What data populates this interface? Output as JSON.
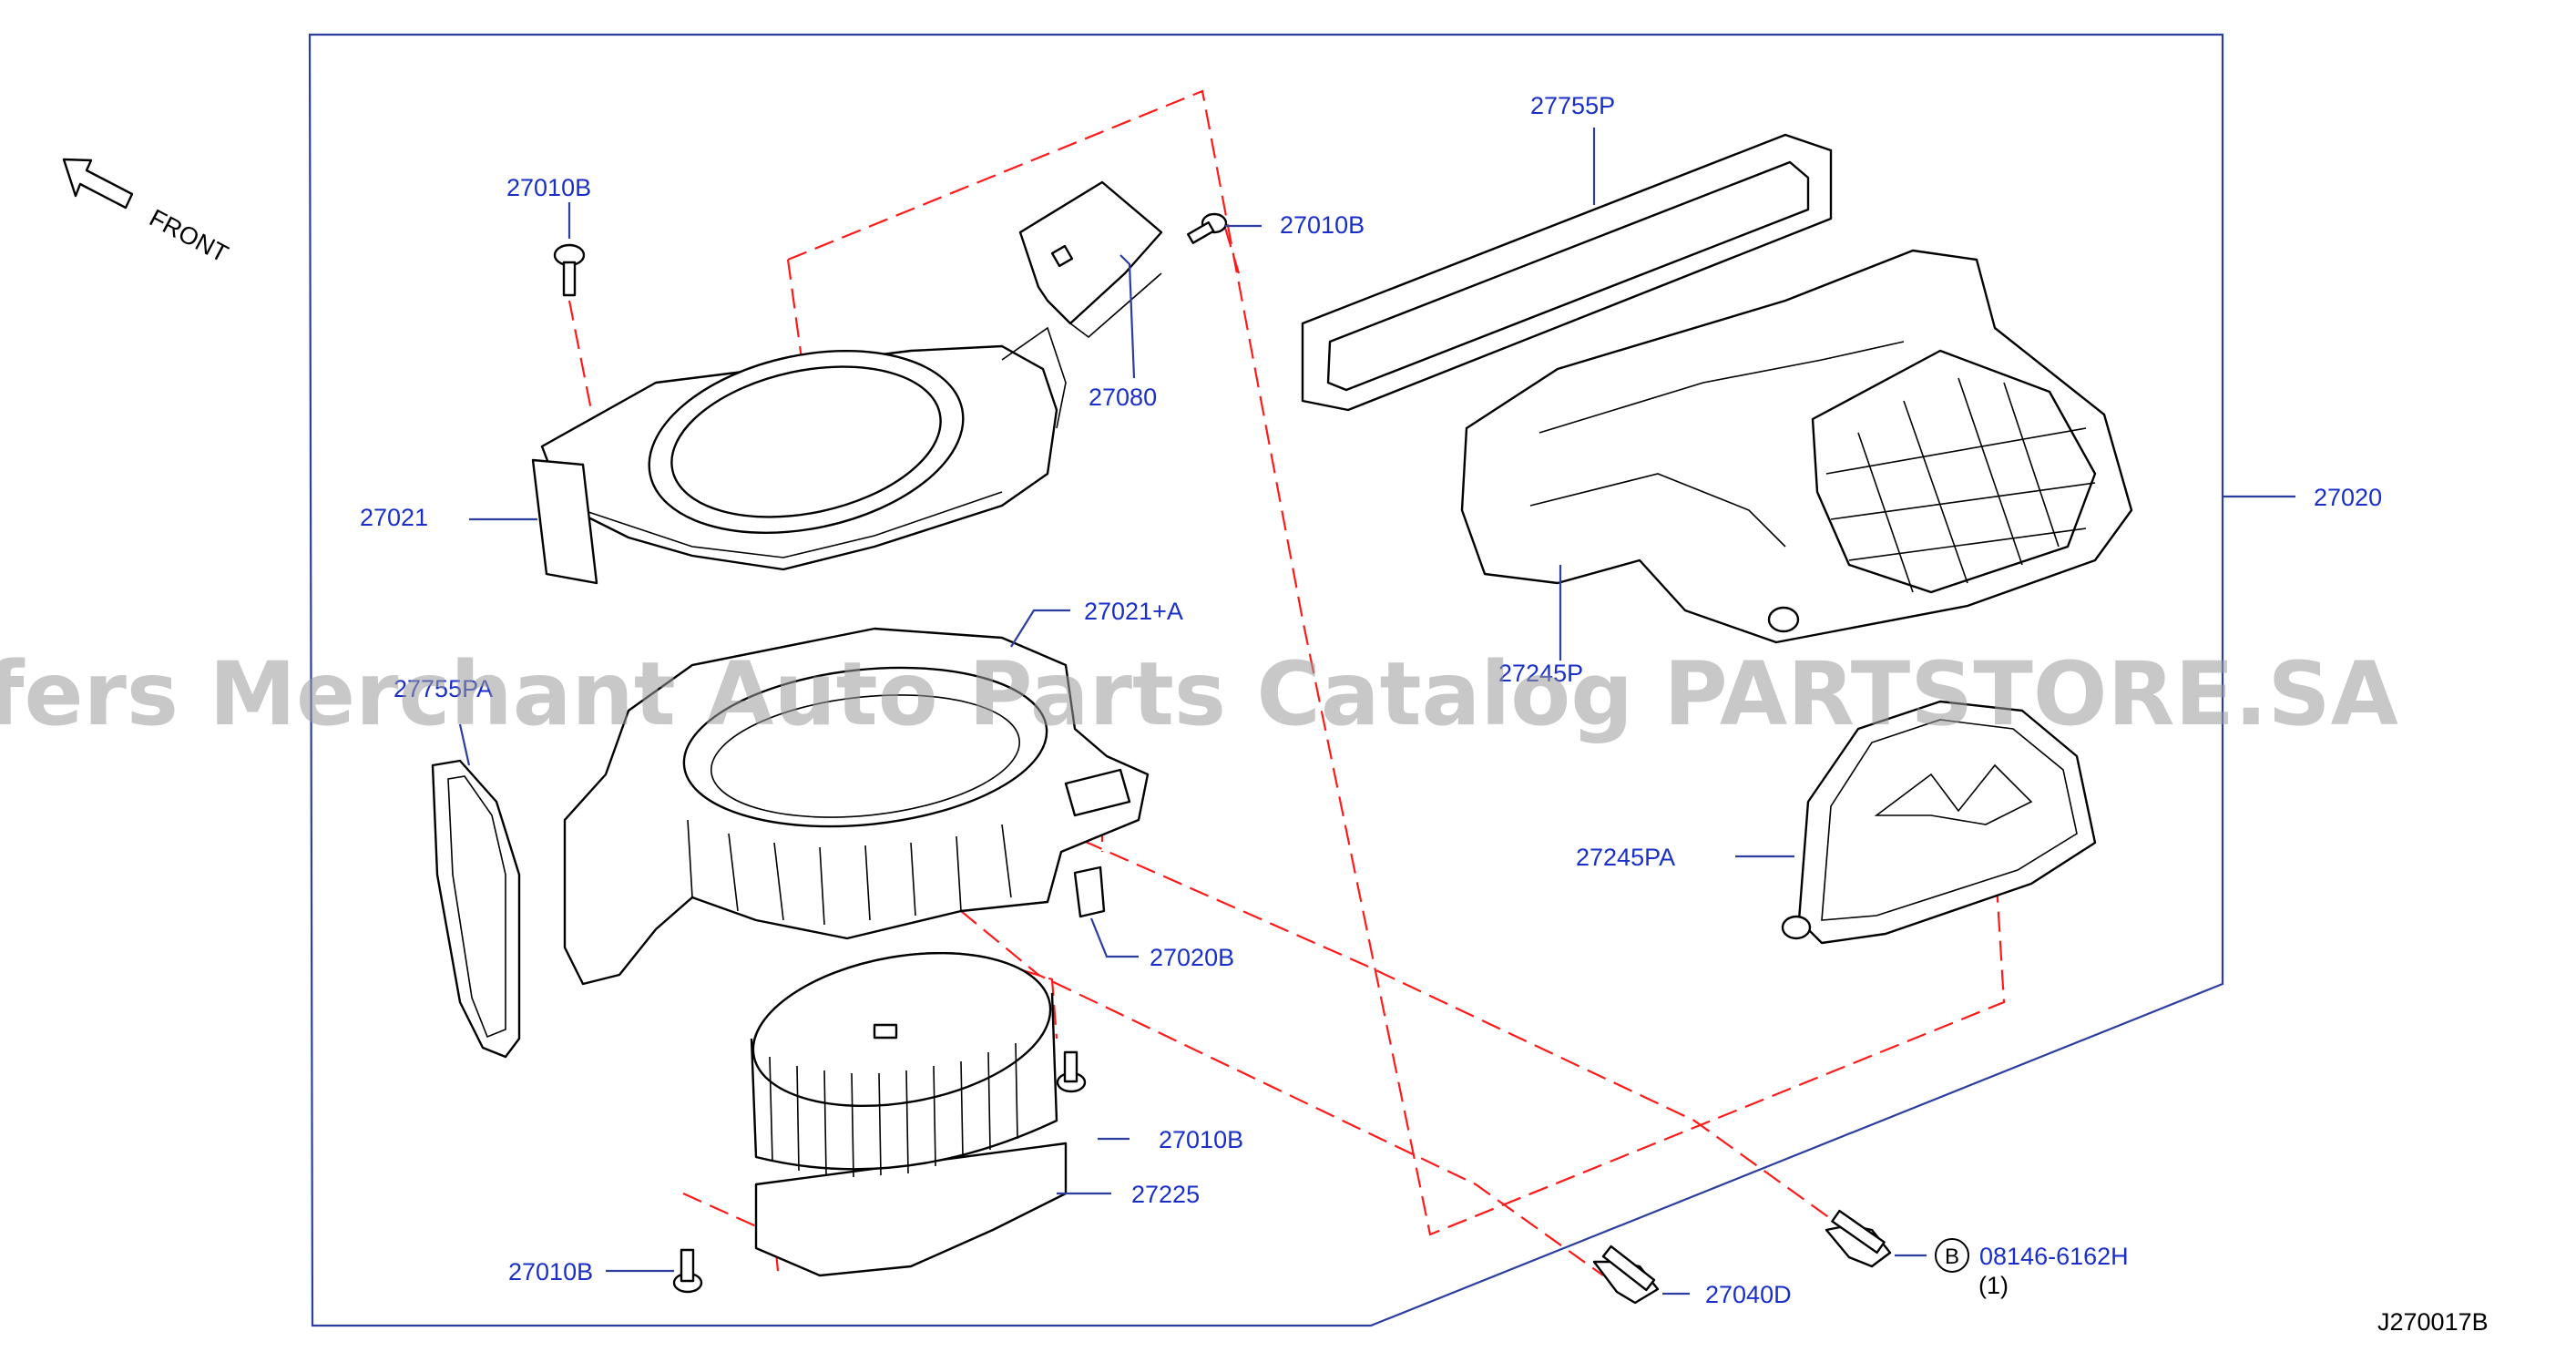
{
  "diagram": {
    "front_label": "FRONT",
    "drawing_id": "J270017B",
    "watermark": "Offers Merchant Auto Parts Catalog PARTSTORE.SA",
    "callout_letter": "B",
    "callout_qty": "(1)",
    "colors": {
      "label": "#1a2fc8",
      "frame": "#2c3ea0",
      "dash": "#ff1a1a",
      "lines": "#000000"
    },
    "labels": {
      "p27010b_top": "27010B",
      "p27010b_right": "27010B",
      "p27080": "27080",
      "p27755p": "27755P",
      "p27020": "27020",
      "p27021": "27021",
      "p27021a": "27021+A",
      "p27755pa": "27755PA",
      "p27245p": "27245P",
      "p27245pa": "27245PA",
      "p27020b": "27020B",
      "p27010b_mid": "27010B",
      "p27225": "27225",
      "p27010b_bottom": "27010B",
      "p27040d": "27040D",
      "p08146": "08146-6162H"
    }
  }
}
